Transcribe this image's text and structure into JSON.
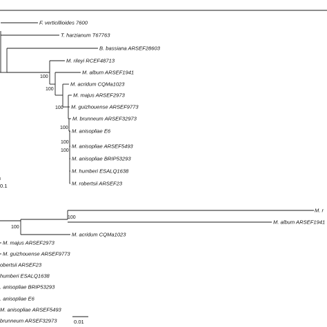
{
  "tree_a": {
    "taxa": {
      "fv": "F. verticillioides 7600",
      "th": "T. harzianum T67763",
      "bb": "B. bassiana ARSEF28603",
      "mrl": "M. rileyi RCEF48713",
      "mal": "M. album ARSEF1941",
      "mac": "M. acridum CQMa1023",
      "mmj": "M. majus ARSEF2973",
      "mgz": "M. guizhouense ARSEF9773",
      "mbr": "M. brunneum ARSEF32973",
      "ma6": "M. anisopliae E6",
      "ma5": "M. anisopliae ARSEF5493",
      "mab": "M. anisopliae BRIP53293",
      "mhb": "M. humberi ESALQ1638",
      "mrb": "M. robertsii ARSEF23"
    },
    "support": {
      "s1": "100",
      "s2": "100",
      "s3": "100",
      "s4": "100",
      "s5": "100",
      "s6": "100"
    },
    "scale_label": "0.1"
  },
  "tree_b": {
    "taxa": {
      "mrl": "M. r",
      "mal": "M. album ARSEF1941",
      "mac": "M. acridum CQMa1023",
      "mmj": "M. majus ARSEF2973",
      "mgz": "M. guizhouense ARSEF9773",
      "mrb": "obertsii ARSEF23",
      "mhb": "humberi ESALQ1638",
      "mab": ". anisopliae BRIP53293",
      "ma6": ". anisopliae E6",
      "ma5": "M. anisopliae ARSEF5493",
      "mbr": "brunneum ARSEF32973"
    },
    "support": {
      "s1": "100",
      "s2": "100"
    },
    "scale_label": "0.01"
  }
}
